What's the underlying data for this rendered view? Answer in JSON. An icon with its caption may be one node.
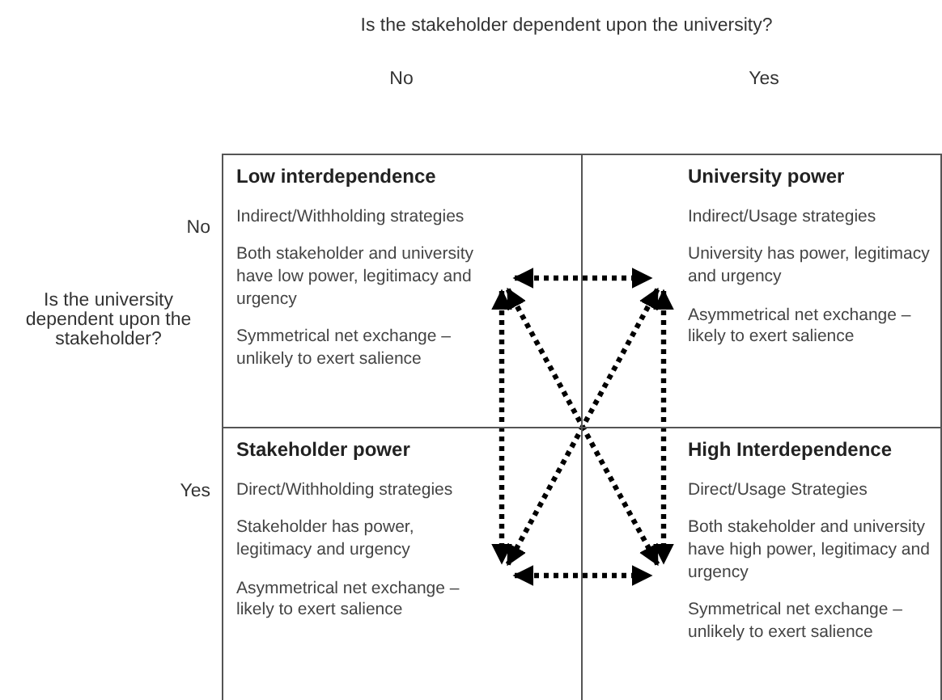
{
  "diagram": {
    "title": "Is the stakeholder dependent upon the university?",
    "nodes": [
      {
        "text": [
          "Low interdependence",
          "Indirect/Withholding strategies",
          "Both stakeholder and university have low power, legitimacy and urgency",
          "Symmetrical net exchange –unlikely to exert salience"
        ]
      },
      {
        "text": [
          "University power",
          "Indirect/Usage strategies",
          "University has power, legitimacy and urgency",
          "Asymmetrical net exchange –likely to exert salience"
        ]
      },
      {
        "text": [
          "Stakeholder power",
          "Direct/Withholding strategies",
          "Stakeholder has power, legitimacy and urgency",
          "Asymmetrical net exchange – likely to exert salience"
        ]
      },
      {
        "text": [
          "High Interdependence",
          "Direct/Usage Strategies",
          "Both stakeholder and university have high power, legitimacy and urgency",
          "Symmetrical net exchange –unlikely to exert salience"
        ]
      }
    ],
    "edges": [
      {
        "from": 0,
        "to": 1,
        "arrow": "both"
      },
      {
        "from": 0,
        "to": 2,
        "arrow": "both"
      },
      {
        "from": 1,
        "to": 3,
        "arrow": "both"
      },
      {
        "from": 2,
        "to": 3,
        "arrow": "both"
      },
      {
        "from": 0,
        "to": 3,
        "arrow": "both"
      },
      {
        "from": 1,
        "to": 2,
        "arrow": "both"
      }
    ],
    "labels": [
      "No",
      "Yes",
      "No",
      "Is the university dependent upon the stakeholder?",
      "Yes"
    ]
  }
}
